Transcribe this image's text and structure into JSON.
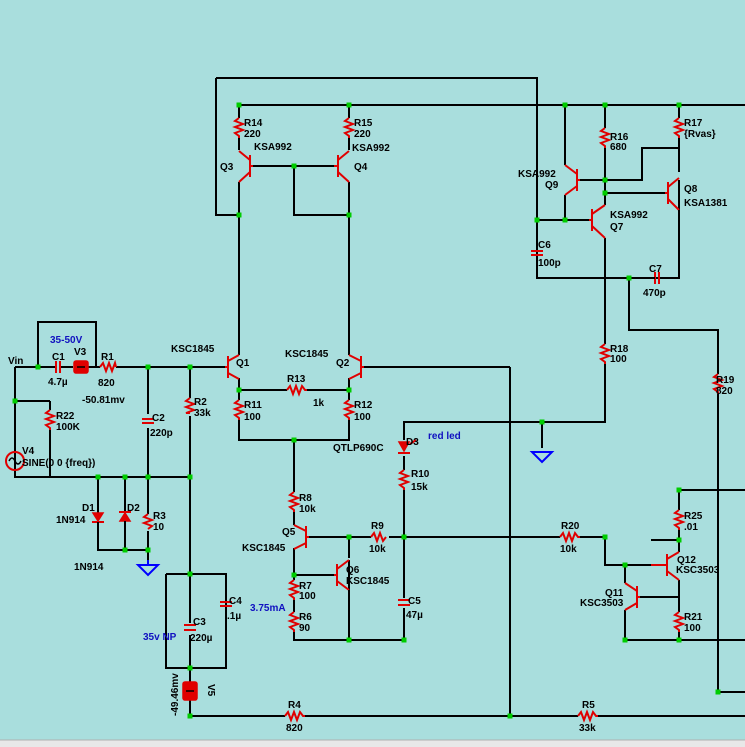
{
  "colors": {
    "background": "#a9dedd",
    "wire": "#000000",
    "component": "#e00000",
    "node": "#00cc00",
    "ground": "#0000ff",
    "annotation": "#1010c0"
  },
  "labels": {
    "vin": "Vin",
    "rail_label": "35-50V",
    "v3": "V3",
    "c1": "C1",
    "c1_val": "4.7µ",
    "r1": "R1",
    "r1_val": "820",
    "offset_readout": "-50.81mv",
    "r22": "R22",
    "r22_val": "100K",
    "v4": "V4",
    "v4_val": "SINE(0 0 {freq})",
    "c2": "C2",
    "c2_val": "220p",
    "r2": "R2",
    "r2_val": "33k",
    "d1": "D1",
    "d1_val": "1N914",
    "d2": "D2",
    "d2_val": "1N914",
    "r3": "R3",
    "r3_val": "10",
    "q1": "Q1",
    "q1_type": "KSC1845",
    "q2": "Q2",
    "q2_type": "KSC1845",
    "q3": "Q3",
    "q4": "Q4",
    "r14": "R14",
    "r14_val": "220",
    "r15": "R15",
    "r15_val": "220",
    "q3_type": "KSA992",
    "q4_type": "KSA992",
    "r13": "R13",
    "r13_val": "1k",
    "r11": "R11",
    "r11_val": "100",
    "r12": "R12",
    "r12_val": "100",
    "d3": "D3",
    "d3_type": "QTLP690C",
    "d3_note": "red led",
    "r10": "R10",
    "r10_val": "15k",
    "r8": "R8",
    "r8_val": "10k",
    "q5": "Q5",
    "q5_type": "KSC1845",
    "q6": "Q6",
    "q6_type": "KSC1845",
    "r9": "R9",
    "r9_val": "10k",
    "r7": "R7",
    "r7_val": "100",
    "r6": "R6",
    "r6_val": "90",
    "current_readout": "3.75mA",
    "c5": "C5",
    "c5_val": "47µ",
    "c3": "C3",
    "c3_val": "220µ",
    "c3_note": "35v NP",
    "c4": "C4",
    "c4_val": ".1µ",
    "v5": "V5",
    "v5_readout": "-49.46mv",
    "r4": "R4",
    "r4_val": "820",
    "r5": "R5",
    "r5_val": "33k",
    "r16": "R16",
    "r16_val": "680",
    "r17": "R17",
    "r17_val": "{Rvas}",
    "q7": "Q7",
    "q7_type": "KSA992",
    "q8": "Q8",
    "q8_type": "KSA1381",
    "q9": "Q9",
    "q9_type": "KSA992",
    "c6": "C6",
    "c6_val": "100p",
    "c7": "C7",
    "c7_val": "470p",
    "r18": "R18",
    "r18_val": "100",
    "r19": "R19",
    "r19_val": "820",
    "r20": "R20",
    "r20_val": "10k",
    "r25": "R25",
    "r25_val": ".01",
    "q12": "Q12",
    "q12_type": "KSC3503",
    "q11": "Q11",
    "q11_type": "KSC3503",
    "r21": "R21",
    "r21_val": "100"
  }
}
